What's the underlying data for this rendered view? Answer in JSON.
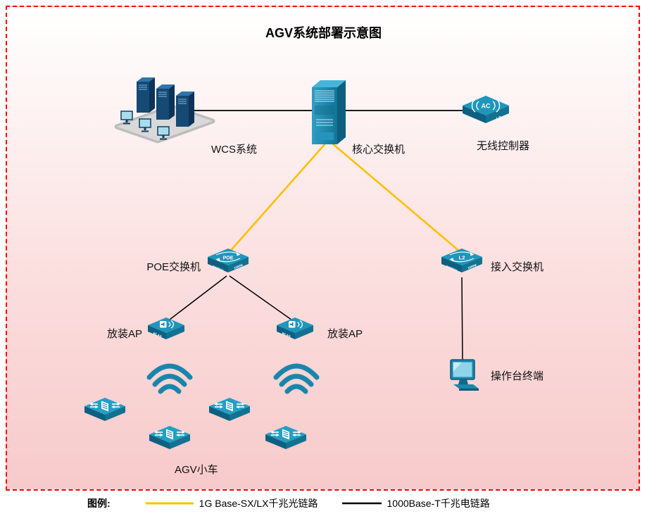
{
  "title": "AGV系统部署示意图",
  "colors": {
    "fiber_link": "#FFC000",
    "copper_link": "#000000",
    "device_teal": "#1987AD",
    "frame_border": "#FE0000"
  },
  "nodes": {
    "wcs": {
      "label": "WCS系统"
    },
    "core_switch": {
      "label": "核心交换机"
    },
    "wireless_controller": {
      "label": "无线控制器",
      "badge": "AC",
      "front_text": "L3"
    },
    "poe_switch": {
      "label": "POE交换机",
      "badge": "POE",
      "front_left": "SWITCH",
      "front_right": "1000M"
    },
    "access_switch": {
      "label": "接入交换机",
      "badge": "L2",
      "front_left": "SWITCH",
      "front_right": "1000M"
    },
    "ap_left": {
      "label": "放装AP",
      "front_text": "WLAN"
    },
    "ap_right": {
      "label": "放装AP",
      "front_text": "WLAN"
    },
    "agv_group": {
      "label": "AGV小车"
    },
    "terminal": {
      "label": "操作台终端"
    }
  },
  "legend": {
    "title": "图例:",
    "items": [
      {
        "label": "1G Base-SX/LX千兆光链路",
        "color": "#FFC000",
        "style": "fiber"
      },
      {
        "label": "1000Base-T千兆电链路",
        "color": "#000000",
        "style": "copper"
      }
    ]
  }
}
